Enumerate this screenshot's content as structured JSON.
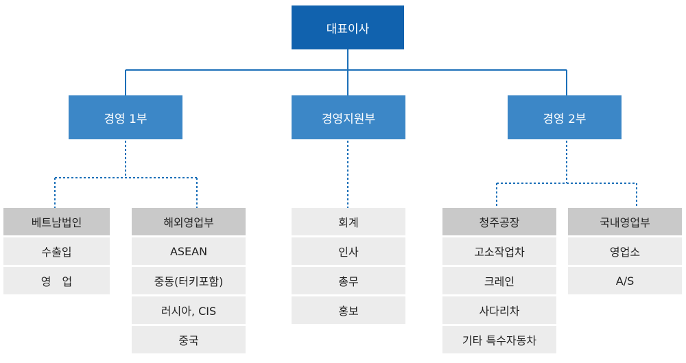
{
  "ceo": "대표이사",
  "departments": [
    {
      "label": "경영 1부"
    },
    {
      "label": "경영지원부"
    },
    {
      "label": "경영 2부"
    }
  ],
  "units": {
    "vietnam": {
      "head": "베트남법인",
      "items": [
        "수출입",
        "영　업"
      ]
    },
    "overseas": {
      "head": "해외영업부",
      "items": [
        "ASEAN",
        "중동(터키포함)",
        "러시아, CIS",
        "중국"
      ]
    },
    "support": {
      "items": [
        "회계",
        "인사",
        "총무",
        "홍보"
      ]
    },
    "cheongju": {
      "head": "청주공장",
      "items": [
        "고소작업차",
        "크레인",
        "사다리차",
        "기타 특수자동차"
      ]
    },
    "domestic": {
      "head": "국내영업부",
      "items": [
        "영업소",
        "A/S"
      ]
    }
  },
  "colors": {
    "ceo": "#1162ae",
    "department": "#3c87c7",
    "unit_head": "#c9c9c9",
    "unit_item": "#ececec",
    "line": "#1b6fb8"
  }
}
